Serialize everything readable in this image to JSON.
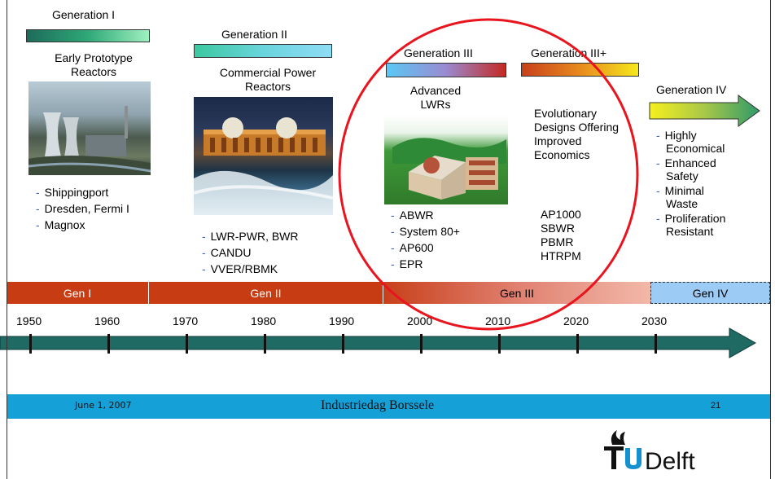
{
  "generations": {
    "gen1": {
      "title": "Generation I",
      "subtitle_line1": "Early Prototype",
      "subtitle_line2": "Reactors",
      "reactors": [
        "Shippingport",
        "Dresden, Fermi I",
        "Magnox"
      ]
    },
    "gen2": {
      "title": "Generation II",
      "subtitle_line1": "Commercial Power",
      "subtitle_line2": "Reactors",
      "reactors": [
        "LWR-PWR, BWR",
        "CANDU",
        "VVER/RBMK"
      ]
    },
    "gen3": {
      "title": "Generation III",
      "subtitle_line1": "Advanced",
      "subtitle_line2": "LWRs",
      "reactors": [
        "ABWR",
        "System 80+",
        "AP600",
        "EPR"
      ]
    },
    "gen3plus": {
      "title": "Generation III+",
      "desc_line1": "Evolutionary",
      "desc_line2": "Designs Offering",
      "desc_line3": "Improved",
      "desc_line4": "Economics",
      "reactors": [
        "AP1000",
        "SBWR",
        "PBMR",
        "HTRPM"
      ]
    },
    "gen4": {
      "title": "Generation IV",
      "features": [
        "Highly Economical",
        "Enhanced Safety",
        "Minimal Waste",
        "Proliferation Resistant"
      ],
      "features_lines": [
        [
          "Highly",
          "Economical"
        ],
        [
          "Enhanced",
          "Safety"
        ],
        [
          "Minimal",
          "Waste"
        ],
        [
          "Proliferation",
          "Resistant"
        ]
      ]
    }
  },
  "eras": [
    "Gen I",
    "Gen II",
    "Gen III",
    "Gen IV"
  ],
  "years": [
    "1950",
    "1960",
    "1970",
    "1980",
    "1990",
    "2000",
    "2010",
    "2020",
    "2030"
  ],
  "footer": {
    "date": "June 1, 2007",
    "title": "Industriedag Borssele",
    "page": "21"
  },
  "logo": {
    "text": "TUDelft"
  },
  "colors": {
    "gen1_bar": "#1d6b5a",
    "gen2_bar": "#3cc8a0",
    "gen3_bar_start": "#5bc8f5",
    "gen3_bar_end": "#c42a22",
    "gen3plus_bar_start": "#c8401a",
    "gen3plus_bar_end": "#f5e81c",
    "era_dark": "#c83c14",
    "era_light": "#9ccbf5",
    "timeline": "#1f6b64",
    "footer_band": "#15a0d8",
    "circle": "#e8141e",
    "bullet_dash": "#3366cc"
  }
}
